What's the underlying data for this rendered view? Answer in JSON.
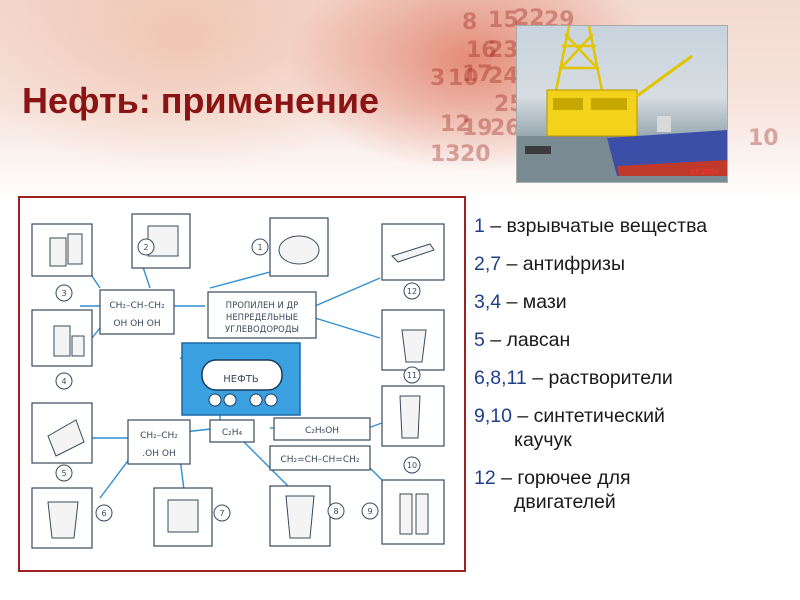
{
  "slide": {
    "title": "Нефть: применение"
  },
  "background_digits": [
    "8",
    "15",
    "22",
    "29",
    "16",
    "23",
    "17",
    "3",
    "10",
    "24",
    "25",
    "12",
    "19",
    "26",
    "13",
    "20",
    "10"
  ],
  "photo": {
    "description_icon": "oil-platform-ship-photo",
    "stamp": "17 2004"
  },
  "diagram": {
    "center_label": "НЕФТЬ",
    "propylene_box": [
      "ПРОПИЛЕН И ДР",
      "НЕПРЕДЕЛЬНЫЕ",
      "УГЛЕВОДОРОДЫ"
    ],
    "glycerol": {
      "top": "CH₂–CH–CH₂",
      "bottom": "OH  OH  OH"
    },
    "glycol": {
      "top": "CH₂–CH₂",
      "bottom": ".OH   OH"
    },
    "ethylene": "C₂H₄",
    "ethanol": "C₂H₅OH",
    "butadiene": "CH₂=CH–CH=CH₂",
    "numbers": [
      "1",
      "2",
      "3",
      "4",
      "5",
      "6",
      "7",
      "8",
      "9",
      "10",
      "11",
      "12"
    ]
  },
  "legend": [
    {
      "num": "1",
      "text": " – взрывчатые вещества",
      "cont": ""
    },
    {
      "num": "2,7",
      "text": " – антифризы",
      "cont": ""
    },
    {
      "num": "3,4",
      "text": " – мази",
      "cont": ""
    },
    {
      "num": "5",
      "text": " – лавсан",
      "cont": ""
    },
    {
      "num": "6,8,11",
      "text": " – растворители",
      "cont": ""
    },
    {
      "num": "9,10",
      "text": " – синтетический",
      "cont": "каучук"
    },
    {
      "num": "12",
      "text": " – горючее для",
      "cont": "двигателей"
    }
  ],
  "colors": {
    "title": "#8a1313",
    "frame": "#9c2121",
    "diagram_line": "#2f8fd0",
    "center_fill": "#3aa0e0"
  }
}
